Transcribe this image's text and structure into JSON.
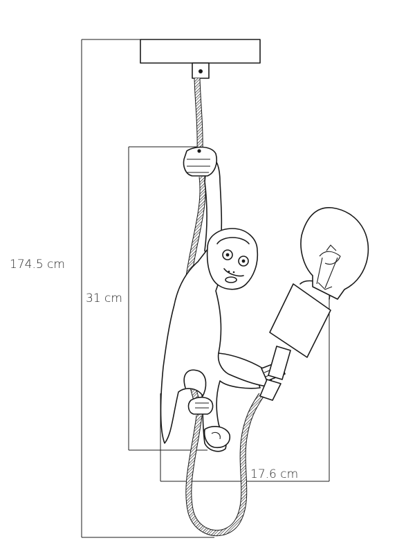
{
  "dimensions": {
    "total_height": "174.5 cm",
    "monkey_height": "31 cm",
    "width": "17.6 cm"
  }
}
